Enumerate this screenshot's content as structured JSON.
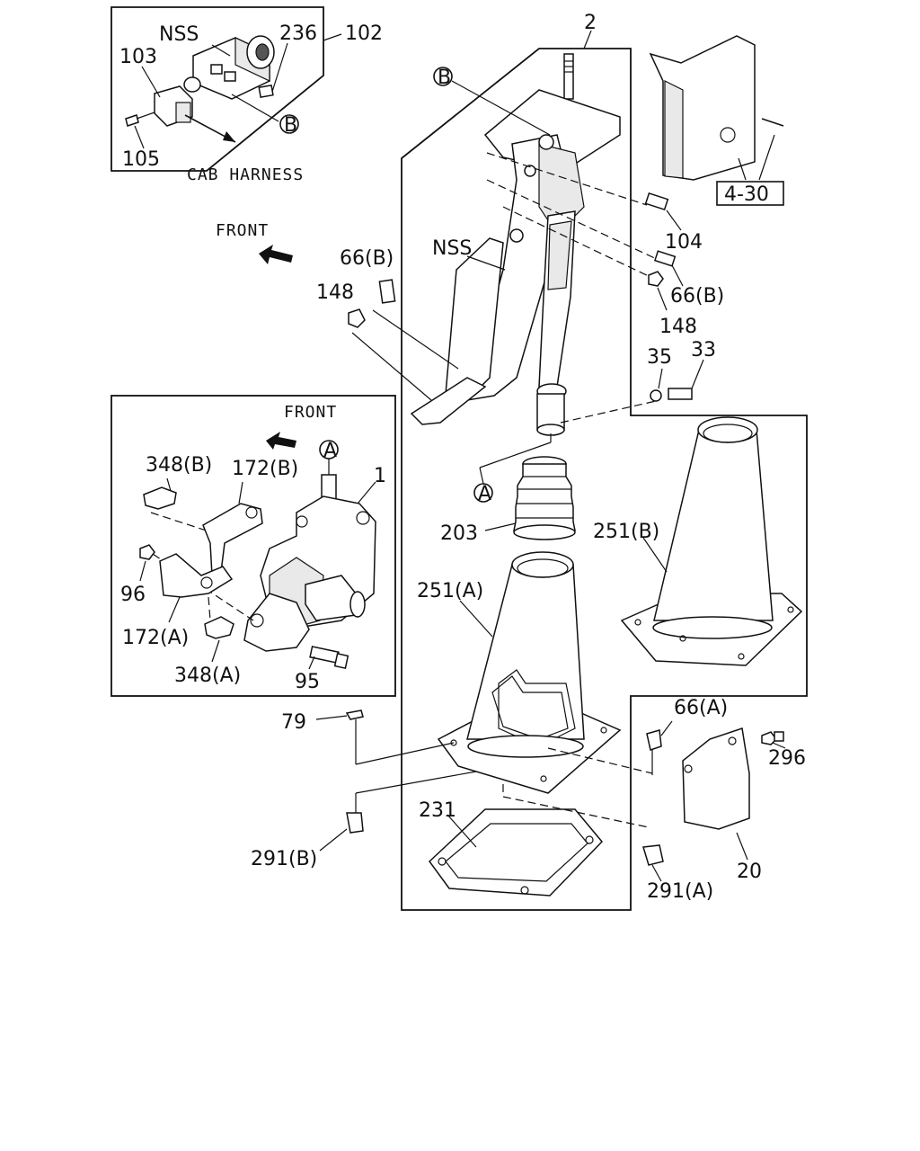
{
  "labels": {
    "part_2": "2",
    "part_102": "102",
    "part_236": "236",
    "nss_top": "NSS",
    "part_103": "103",
    "part_105": "105",
    "cab_harness": "CAB HARNESS",
    "ref_b_top": "B",
    "ref_b_mid": "B",
    "front_top": "FRONT",
    "ref_4_30": "4-30",
    "part_104": "104",
    "nss_mid": "NSS",
    "part_66b_left": "66(B)",
    "part_148_left": "148",
    "part_66b_right": "66(B)",
    "part_148_right": "148",
    "part_35": "35",
    "part_33": "33",
    "front_inset": "FRONT",
    "ref_a_inset": "A",
    "part_348b": "348(B)",
    "part_172b": "172(B)",
    "part_1": "1",
    "part_96": "96",
    "part_172a": "172(A)",
    "part_348a": "348(A)",
    "part_95": "95",
    "ref_a_mid": "A",
    "part_203": "203",
    "part_251b": "251(B)",
    "part_251a": "251(A)",
    "part_79": "79",
    "part_66a": "66(A)",
    "part_296": "296",
    "part_231": "231",
    "part_291b": "291(B)",
    "part_291a": "291(A)",
    "part_20": "20"
  }
}
